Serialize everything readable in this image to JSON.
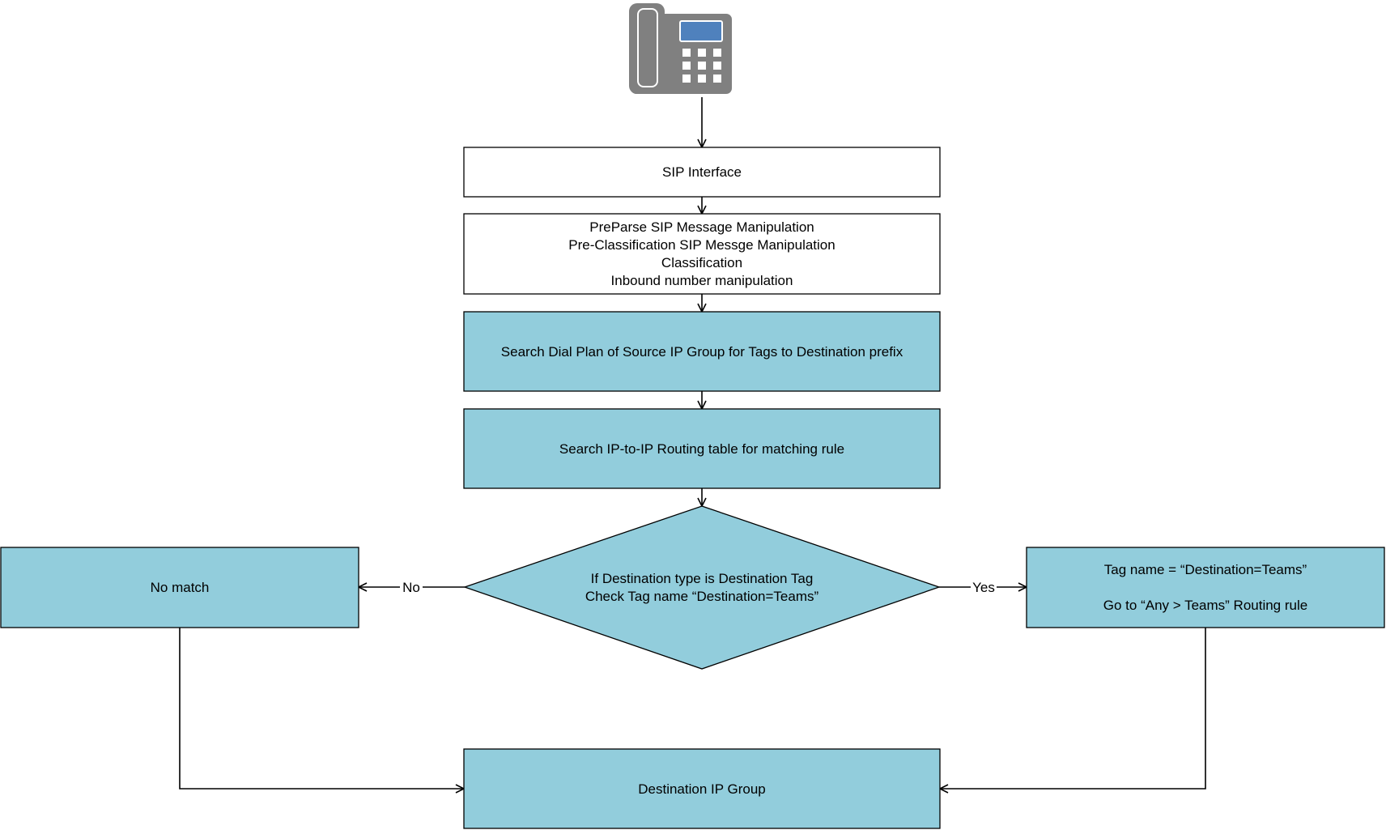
{
  "colors": {
    "process_fill": "#92CDDC",
    "plain_fill": "#FFFFFF",
    "border": "#000000",
    "phone_body": "#808080",
    "phone_screen": "#4F81BD",
    "phone_keys": "#FFFFFF"
  },
  "icons": {
    "phone": "desk-phone-icon"
  },
  "nodes": {
    "sip_interface": {
      "lines": [
        "SIP Interface"
      ]
    },
    "preprocessing": {
      "lines": [
        "PreParse SIP Message Manipulation",
        "Pre-Classification SIP Messge Manipulation",
        "Classification",
        "Inbound number manipulation"
      ]
    },
    "search_dial_plan": {
      "lines": [
        "Search Dial Plan of Source IP Group for Tags to Destination prefix"
      ]
    },
    "search_routing": {
      "lines": [
        "Search IP-to-IP Routing table for matching rule"
      ]
    },
    "decision": {
      "lines": [
        "If Destination type is Destination Tag",
        "Check Tag name  “Destination=Teams”"
      ]
    },
    "no_match": {
      "lines": [
        "No match"
      ]
    },
    "tag_match": {
      "lines": [
        "Tag name = “Destination=Teams”",
        "",
        "Go to “Any > Teams” Routing rule"
      ]
    },
    "destination": {
      "lines": [
        "Destination IP Group"
      ]
    }
  },
  "edges": {
    "no_label": "No",
    "yes_label": "Yes"
  }
}
